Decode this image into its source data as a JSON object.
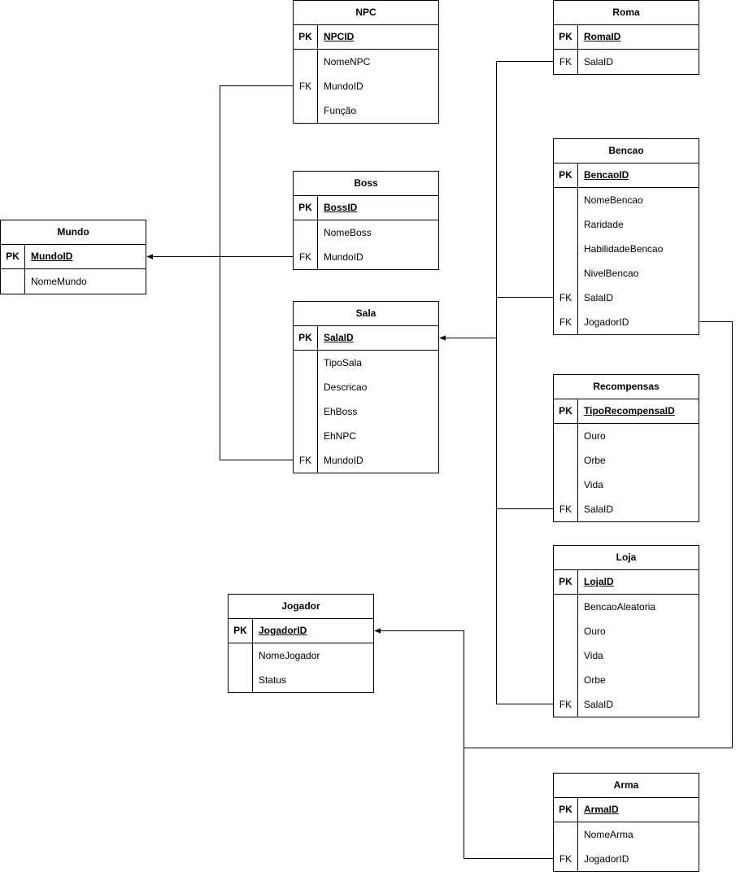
{
  "tables": {
    "npc": {
      "title": "NPC",
      "rows": [
        {
          "key": "PK",
          "name": "NPCID"
        },
        {
          "key": "",
          "name": "NomeNPC"
        },
        {
          "key": "FK",
          "name": "MundoID"
        },
        {
          "key": "",
          "name": "Função"
        }
      ]
    },
    "boss": {
      "title": "Boss",
      "rows": [
        {
          "key": "PK",
          "name": "BossID"
        },
        {
          "key": "",
          "name": "NomeBoss"
        },
        {
          "key": "FK",
          "name": "MundoID"
        }
      ]
    },
    "mundo": {
      "title": "Mundo",
      "rows": [
        {
          "key": "PK",
          "name": "MundoID"
        },
        {
          "key": "",
          "name": "NomeMundo"
        }
      ]
    },
    "sala": {
      "title": "Sala",
      "rows": [
        {
          "key": "PK",
          "name": "SalaID"
        },
        {
          "key": "",
          "name": "TipoSala"
        },
        {
          "key": "",
          "name": "Descricao"
        },
        {
          "key": "",
          "name": "EhBoss"
        },
        {
          "key": "",
          "name": "EhNPC"
        },
        {
          "key": "FK",
          "name": "MundoID"
        }
      ]
    },
    "jogador": {
      "title": "Jogador",
      "rows": [
        {
          "key": "PK",
          "name": "JogadorID"
        },
        {
          "key": "",
          "name": "NomeJogador"
        },
        {
          "key": "",
          "name": "Status"
        }
      ]
    },
    "roma": {
      "title": "Roma",
      "rows": [
        {
          "key": "PK",
          "name": "RomaID"
        },
        {
          "key": "FK",
          "name": "SalaID"
        }
      ]
    },
    "bencao": {
      "title": "Bencao",
      "rows": [
        {
          "key": "PK",
          "name": "BencaoID"
        },
        {
          "key": "",
          "name": "NomeBencao"
        },
        {
          "key": "",
          "name": "Raridade"
        },
        {
          "key": "",
          "name": "HabilidadeBencao"
        },
        {
          "key": "",
          "name": "NivelBencao"
        },
        {
          "key": "FK",
          "name": "SalaID"
        },
        {
          "key": "FK",
          "name": "JogadorID"
        }
      ]
    },
    "recompensas": {
      "title": "Recompensas",
      "rows": [
        {
          "key": "PK",
          "name": "TipoRecompensaID"
        },
        {
          "key": "",
          "name": "Ouro"
        },
        {
          "key": "",
          "name": "Orbe"
        },
        {
          "key": "",
          "name": "Vida"
        },
        {
          "key": "FK",
          "name": "SalaID"
        }
      ]
    },
    "loja": {
      "title": "Loja",
      "rows": [
        {
          "key": "PK",
          "name": "LojaID"
        },
        {
          "key": "",
          "name": "BencaoAleatoria"
        },
        {
          "key": "",
          "name": "Ouro"
        },
        {
          "key": "",
          "name": "Vida"
        },
        {
          "key": "",
          "name": "Orbe"
        },
        {
          "key": "FK",
          "name": "SalaID"
        }
      ]
    },
    "arma": {
      "title": "Arma",
      "rows": [
        {
          "key": "PK",
          "name": "ArmaID"
        },
        {
          "key": "",
          "name": "NomeArma"
        },
        {
          "key": "FK",
          "name": "JogadorID"
        }
      ]
    }
  }
}
